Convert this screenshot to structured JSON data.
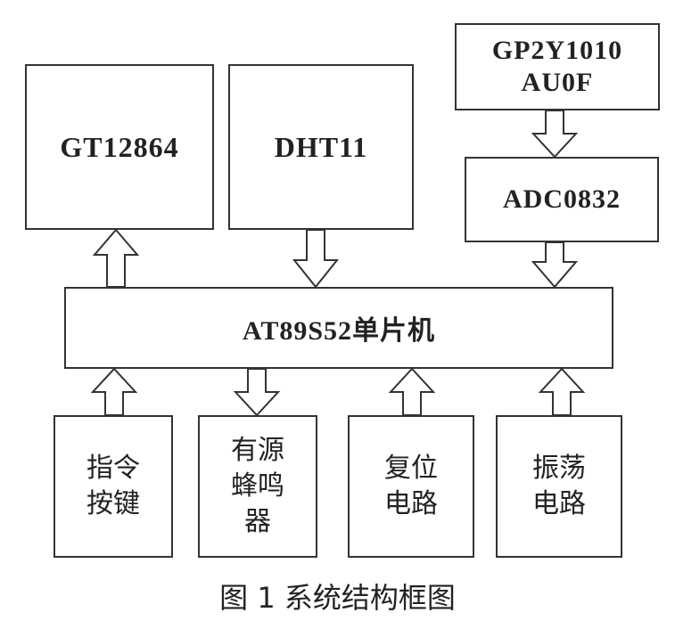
{
  "blocks": {
    "gt12864": "GT12864",
    "dht11": "DHT11",
    "gp2y_line1": "GP2Y1010",
    "gp2y_line2": "AU0F",
    "adc0832": "ADC0832",
    "mcu": "AT89S52单片机",
    "keys_line1": "指令",
    "keys_line2": "按键",
    "buzzer_line1": "有源",
    "buzzer_line2": "蜂鸣",
    "buzzer_line3": "器",
    "reset_line1": "复位",
    "reset_line2": "电路",
    "osc_line1": "振荡",
    "osc_line2": "电路"
  },
  "caption": "图 1 系统结构框图",
  "colors": {
    "line": "#333333",
    "fill": "#ffffff"
  }
}
